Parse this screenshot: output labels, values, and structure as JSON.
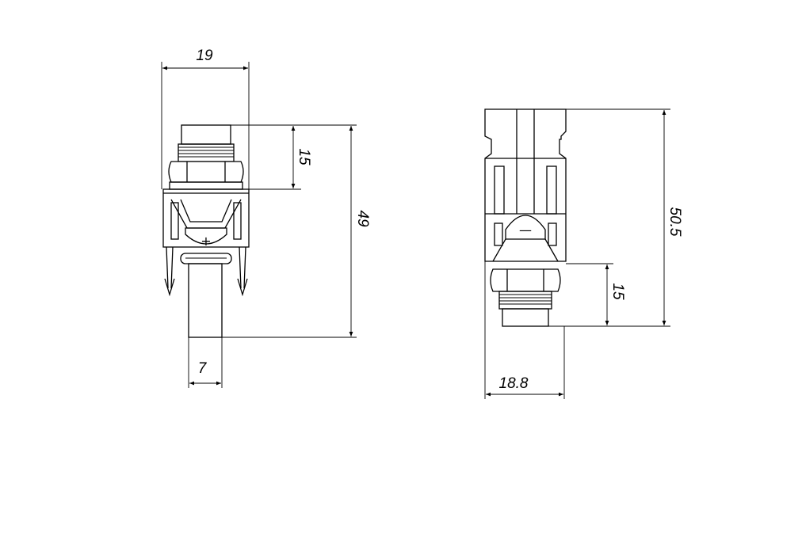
{
  "positive_connector": {
    "polarity_symbol": "+",
    "dimensions": {
      "width": "19",
      "nut_height": "15",
      "total_height": "49",
      "pin_diameter": "7"
    }
  },
  "negative_connector": {
    "polarity_symbol": "—",
    "dimensions": {
      "total_height": "50.5",
      "nut_height": "15",
      "width": "18.8"
    }
  }
}
